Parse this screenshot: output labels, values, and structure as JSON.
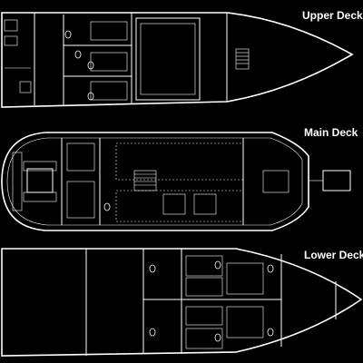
{
  "title": "",
  "decks": [
    {
      "id": "upper",
      "label": "Upper Deck"
    },
    {
      "id": "main",
      "label": "Main Deck"
    },
    {
      "id": "lower",
      "label": "Lower Deck"
    }
  ],
  "colors": {
    "background": "#000000",
    "lines": "#ffffff"
  }
}
